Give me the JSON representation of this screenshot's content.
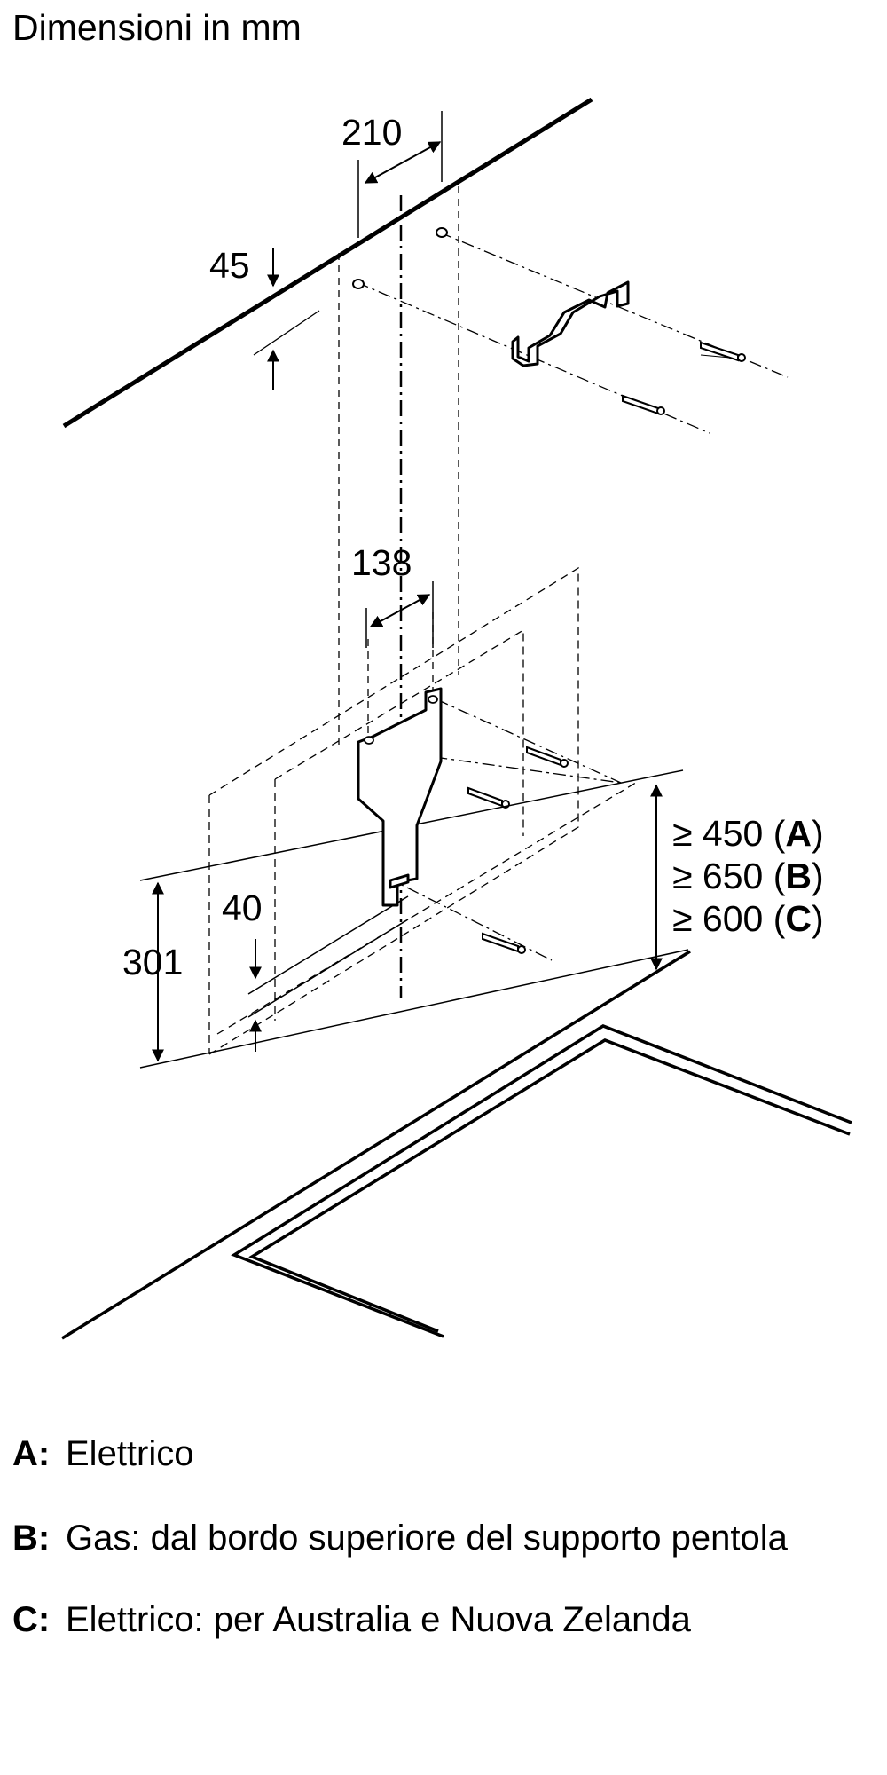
{
  "title": "Dimensioni in mm",
  "dimensions": {
    "top_width": "210",
    "top_offset": "45",
    "bracket_width": "138",
    "bracket_offset": "40",
    "bracket_height": "301"
  },
  "clearances": [
    {
      "prefix": "≥ 450 (",
      "key": "A",
      "suffix": ")"
    },
    {
      "prefix": "≥ 650 (",
      "key": "B",
      "suffix": ")"
    },
    {
      "prefix": "≥ 600 (",
      "key": "C",
      "suffix": ")"
    }
  ],
  "legend": [
    {
      "key": "A:",
      "text": "Elettrico"
    },
    {
      "key": "B:",
      "text": "Gas: dal bordo superiore del supporto pentola"
    },
    {
      "key": "C:",
      "text": "Elettrico: per Australia e Nuova Zelanda"
    }
  ]
}
